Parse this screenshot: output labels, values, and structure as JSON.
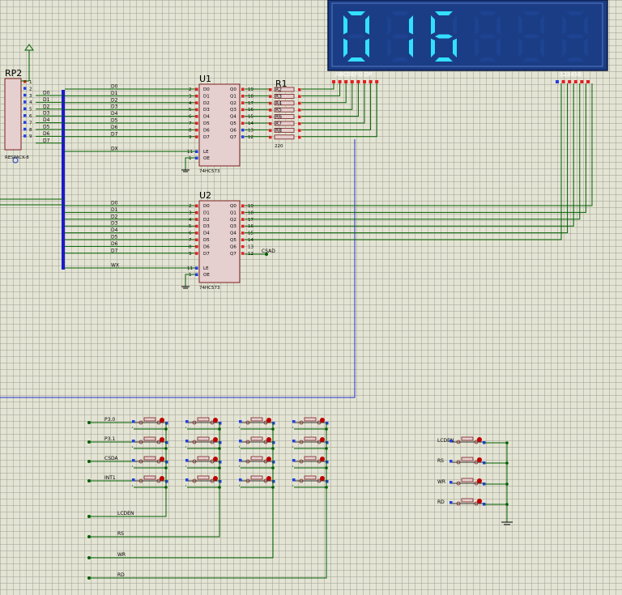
{
  "display": {
    "digits": [
      "0",
      "1",
      "6"
    ],
    "segment_pin_labels": "ABCDEFG  DP",
    "digit_pin_labels": "123456",
    "bg_color": "#1a3d86",
    "seg_color": "#33e0ff"
  },
  "rp2": {
    "ref": "RP2",
    "value": "RESPACK-8",
    "pin_numbers": [
      "1",
      "2",
      "3",
      "4",
      "5",
      "6",
      "7",
      "8",
      "9"
    ]
  },
  "u1": {
    "ref": "U1",
    "part": "74HC573",
    "left_pins": [
      "D0",
      "D1",
      "D2",
      "D3",
      "D4",
      "D5",
      "D6",
      "D7"
    ],
    "right_pins": [
      "Q0",
      "Q1",
      "Q2",
      "Q3",
      "Q4",
      "Q5",
      "Q6",
      "Q7"
    ],
    "left_nums": [
      "2",
      "3",
      "4",
      "5",
      "6",
      "7",
      "8",
      "9"
    ],
    "right_nums": [
      "19",
      "18",
      "17",
      "16",
      "15",
      "14",
      "13",
      "12"
    ],
    "le": "LE",
    "oe": "OE",
    "le_num": "11",
    "oe_num": "1",
    "le_net": "DX"
  },
  "u2": {
    "ref": "U2",
    "part": "74HC573",
    "left_pins": [
      "D0",
      "D1",
      "D2",
      "D3",
      "D4",
      "D5",
      "D6",
      "D7"
    ],
    "right_pins": [
      "Q0",
      "Q1",
      "Q2",
      "Q3",
      "Q4",
      "Q5",
      "Q6",
      "Q7"
    ],
    "left_nums": [
      "2",
      "3",
      "4",
      "5",
      "6",
      "7",
      "8",
      "9"
    ],
    "right_nums": [
      "19",
      "18",
      "17",
      "16",
      "15",
      "14",
      "13",
      "12"
    ],
    "le": "LE",
    "oe": "OE",
    "le_num": "11",
    "oe_num": "1",
    "le_net": "WX",
    "q7_net": "CSAD"
  },
  "r1": {
    "ref": "R1",
    "resistors": [
      "R2",
      "R3",
      "R4",
      "R5",
      "R6",
      "R7",
      "R8"
    ],
    "value": "220"
  },
  "bus_nets": [
    "D0",
    "D1",
    "D2",
    "D3",
    "D4",
    "D5",
    "D6",
    "D7"
  ],
  "keypad": {
    "row_nets": [
      "P3.0",
      "P3.1",
      "CSDA",
      "INT1"
    ],
    "col_nets": [
      "LCDEN",
      "RS",
      "WR",
      "RD"
    ]
  },
  "right_buttons": [
    "LCDEN",
    "RS",
    "WR",
    "RD"
  ]
}
